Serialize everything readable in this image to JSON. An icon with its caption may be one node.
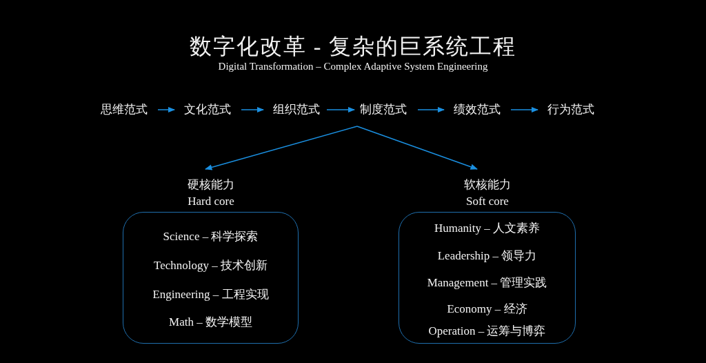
{
  "diagram": {
    "title": "数字化改革 - 复杂的巨系统工程",
    "caption": "Digital Transformation – Complex Adaptive System Engineering",
    "nodes": [
      {
        "text": [
          "思维范式"
        ]
      },
      {
        "text": [
          "文化范式"
        ]
      },
      {
        "text": [
          "组织范式"
        ]
      },
      {
        "text": [
          "制度范式"
        ]
      },
      {
        "text": [
          "绩效范式"
        ]
      },
      {
        "text": [
          "行为范式"
        ]
      },
      {
        "text": [
          "硬核能力",
          "Hard core",
          "Science – 科学探索",
          "Technology – 技术创新",
          "Engineering – 工程实现",
          "Math – 数学模型"
        ]
      },
      {
        "text": [
          "软核能力",
          "Soft core",
          "Humanity – 人文素养",
          "Leadership – 领导力",
          "Management – 管理实践",
          "Economy – 经济",
          "Operation – 运筹与博弈"
        ]
      }
    ],
    "edges": [
      {
        "from": 0,
        "to": 1,
        "arrow": "to"
      },
      {
        "from": 1,
        "to": 2,
        "arrow": "to"
      },
      {
        "from": 2,
        "to": 3,
        "arrow": "to"
      },
      {
        "from": 3,
        "to": 4,
        "arrow": "to"
      },
      {
        "from": 4,
        "to": 5,
        "arrow": "to"
      },
      {
        "from": 3,
        "to": 6,
        "arrow": "to"
      },
      {
        "from": 3,
        "to": 7,
        "arrow": "to"
      }
    ]
  }
}
